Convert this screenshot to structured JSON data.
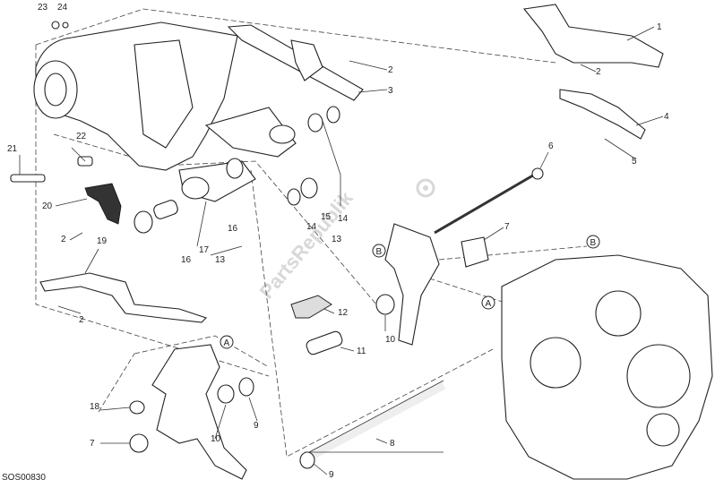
{
  "diagram": {
    "code": "SOS00830",
    "watermark": "PartsRepublik",
    "callouts": [
      "1",
      "2",
      "2",
      "2",
      "2",
      "2",
      "3",
      "4",
      "5",
      "6",
      "7",
      "7",
      "8",
      "9",
      "9",
      "10",
      "10",
      "11",
      "12",
      "13",
      "13",
      "14",
      "14",
      "15",
      "16",
      "16",
      "17",
      "18",
      "19",
      "20",
      "21",
      "22",
      "23",
      "24"
    ],
    "markers": [
      "A",
      "A",
      "A",
      "B",
      "B"
    ]
  }
}
